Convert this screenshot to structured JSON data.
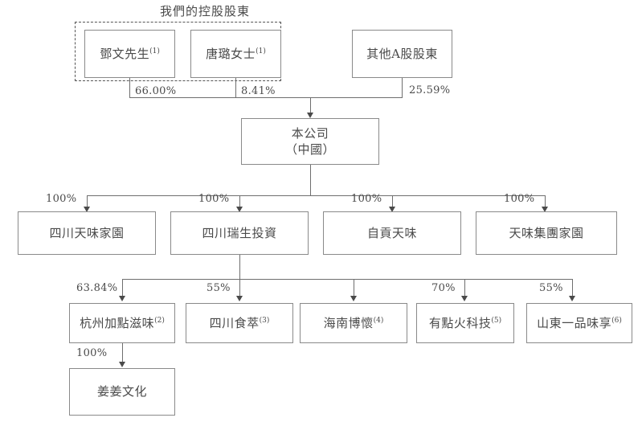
{
  "chart": {
    "title": "我們的控股股東",
    "type": "org-chart-ownership-structure"
  },
  "nodes": {
    "shareholder_1": {
      "label": "鄧文先生",
      "footnote": "(1)"
    },
    "shareholder_2": {
      "label": "唐璐女士",
      "footnote": "(1)"
    },
    "shareholder_3": {
      "label": "其他A股股東",
      "footnote": ""
    },
    "company": {
      "line1": "本公司",
      "line2": "（中國）"
    },
    "sub_1": {
      "label": "四川天味家園",
      "footnote": ""
    },
    "sub_2": {
      "label": "四川瑞生投資",
      "footnote": ""
    },
    "sub_3": {
      "label": "自貢天味",
      "footnote": ""
    },
    "sub_4": {
      "label": "天味集團家園",
      "footnote": ""
    },
    "sub2_1": {
      "label": "杭州加點滋味",
      "footnote": "(2)"
    },
    "sub2_2": {
      "label": "四川食萃",
      "footnote": "(3)"
    },
    "sub2_3": {
      "label": "海南博懷",
      "footnote": "(4)"
    },
    "sub2_4": {
      "label": "有點火科技",
      "footnote": "(5)"
    },
    "sub2_5": {
      "label": "山東一品味享",
      "footnote": "(6)"
    },
    "sub3_1": {
      "label": "姜姜文化",
      "footnote": ""
    }
  },
  "percentages": {
    "p_sh1_to_company": "66.00%",
    "p_sh2_to_company": "8.41%",
    "p_sh3_to_company": "25.59%",
    "p_company_to_sub1": "100%",
    "p_company_to_sub2": "100%",
    "p_company_to_sub3": "100%",
    "p_company_to_sub4": "100%",
    "p_sub2_to_sub2_1": "63.84%",
    "p_sub2_to_sub2_2": "55%",
    "p_sub2_to_sub2_4": "70%",
    "p_sub2_to_sub2_5": "55%",
    "p_sub2_1_to_sub3_1": "100%"
  },
  "colors": {
    "box_border": "#8a8a8a",
    "line": "#6e6e6e",
    "text": "#4a4a4a",
    "dashed_border": "#555555",
    "background": "#ffffff"
  }
}
